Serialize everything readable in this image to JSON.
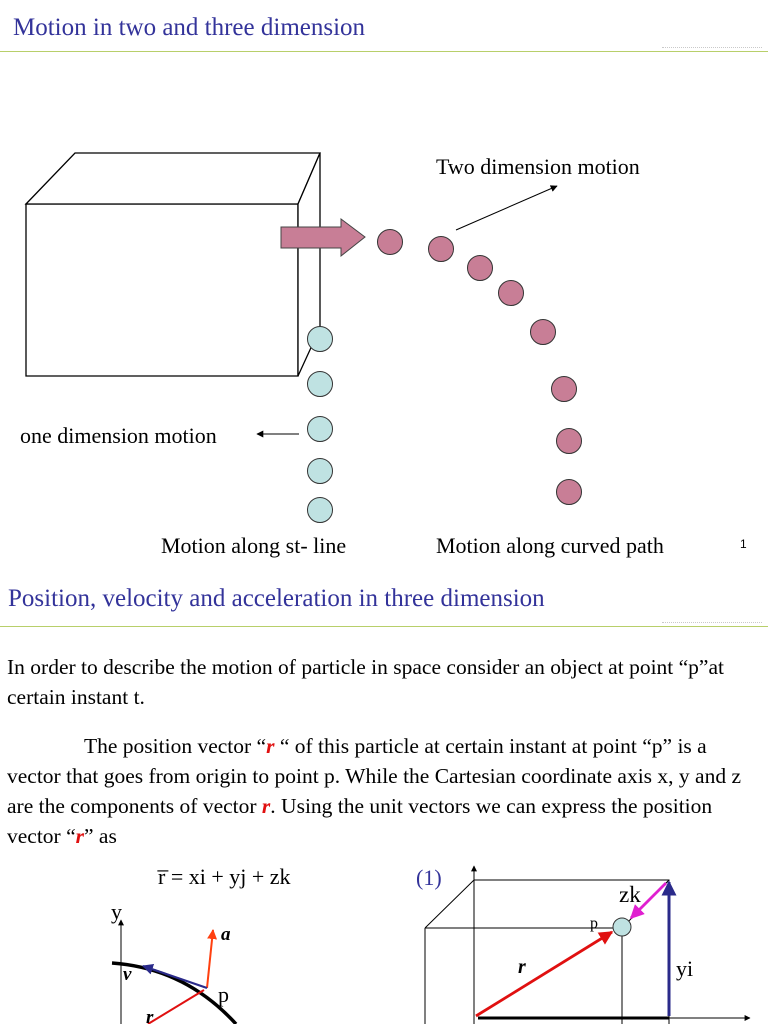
{
  "slide1": {
    "title": "Motion in two and three dimension",
    "label_two_dim": "Two dimension motion",
    "label_one_dim": "one dimension motion",
    "label_st_line": "Motion along st- line",
    "label_curved": "Motion along curved path",
    "page_number": "1"
  },
  "slide2": {
    "title": "Position, velocity and acceleration in three dimension",
    "para1": "In order to describe the motion of particle in space consider an object at point “p”at certain instant t.",
    "para2_a": "The position vector “",
    "para2_r1": "r",
    "para2_b": " “ of this particle at certain instant at point “p” is a vector that goes from origin to point p. While the Cartesian coordinate axis x, y and z are the components of  vector ",
    "para2_r2": "r",
    "para2_c": ". Using the unit vectors we can express the position vector “",
    "para2_r3": "r",
    "para2_d": "” as",
    "equation": "r̅ = xi + yj + zk",
    "eq_number": "(1)",
    "label_y": "y",
    "label_a": "a",
    "label_v": "v",
    "label_p": "p",
    "label_r_left": "r",
    "label_zk": "zk",
    "label_p_right": "p",
    "label_r_right": "r",
    "label_yi": "yi"
  },
  "colors": {
    "title": "#33339a",
    "rule": "#b8cf6a",
    "arrow_fill": "#c87e96",
    "dot_curved": "#c87e96",
    "dot_straight": "#bfe2e2",
    "vector_red": "#e01010",
    "vector_blue": "#2a2a8a",
    "vector_magenta": "#e020d0",
    "accel_orange": "#ff4010"
  }
}
